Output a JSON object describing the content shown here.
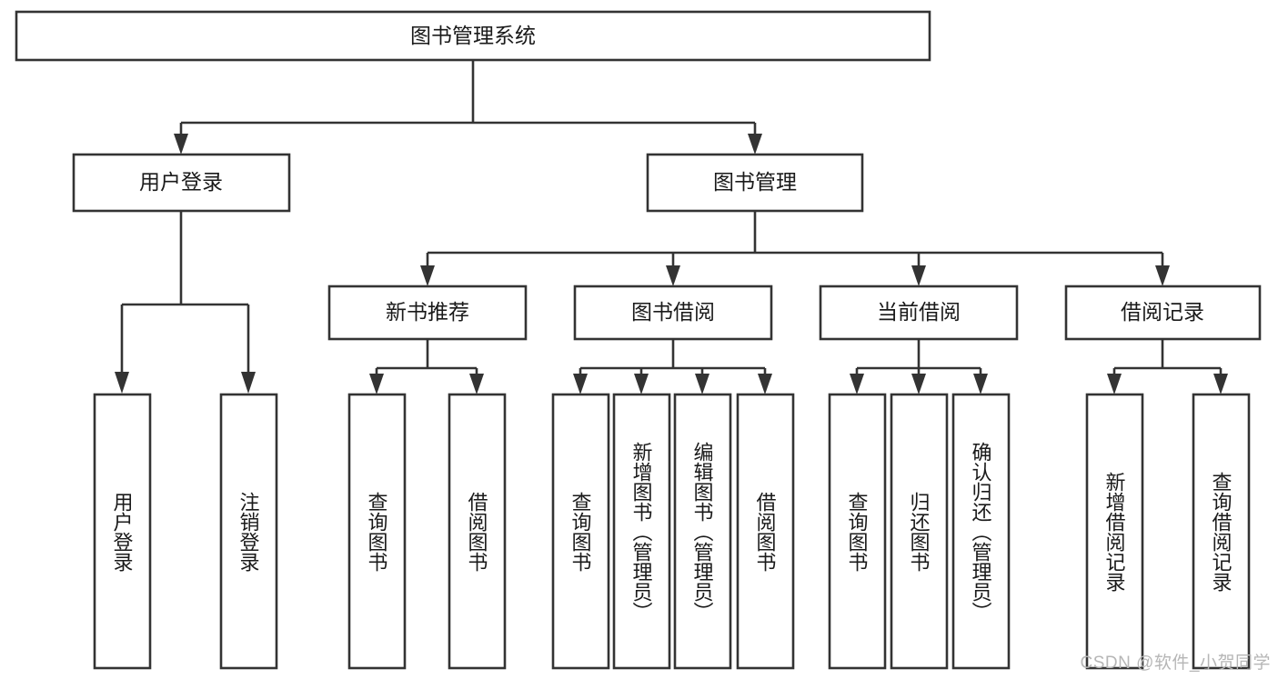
{
  "diagram": {
    "type": "tree-hierarchy",
    "title": "图书管理系统",
    "orientation": "top-down",
    "colors": {
      "stroke": "#333333",
      "fill": "#ffffff",
      "text": "#1a1a1a",
      "watermark": "#b6b6b6"
    },
    "levels": {
      "root": "图书管理系统",
      "level2": [
        "用户登录",
        "图书管理"
      ],
      "level3": [
        "新书推荐",
        "图书借阅",
        "当前借阅",
        "借阅记录"
      ]
    },
    "nodes": {
      "root": {
        "label": "图书管理系统"
      },
      "user_login": {
        "label": "用户登录"
      },
      "book_manage": {
        "label": "图书管理"
      },
      "new_book_rec": {
        "label": "新书推荐"
      },
      "book_borrow": {
        "label": "图书借阅"
      },
      "current_borrow": {
        "label": "当前借阅"
      },
      "borrow_record": {
        "label": "借阅记录"
      },
      "leaf_user_login": {
        "label": "用户登录"
      },
      "leaf_logout": {
        "label": "注销登录"
      },
      "leaf_query_book_1": {
        "label": "查询图书"
      },
      "leaf_borrow_book_1": {
        "label": "借阅图书"
      },
      "leaf_query_book_2": {
        "label": "查询图书"
      },
      "leaf_add_book": {
        "label": "新增图书（管理员）"
      },
      "leaf_edit_book": {
        "label": "编辑图书（管理员）"
      },
      "leaf_borrow_book_2": {
        "label": "借阅图书"
      },
      "leaf_query_book_3": {
        "label": "查询图书"
      },
      "leaf_return_book": {
        "label": "归还图书"
      },
      "leaf_confirm_return": {
        "label": "确认归还（管理员）"
      },
      "leaf_add_record": {
        "label": "新增借阅记录"
      },
      "leaf_query_record": {
        "label": "查询借阅记录"
      }
    },
    "edges": [
      {
        "from": "root",
        "to": "user_login"
      },
      {
        "from": "root",
        "to": "book_manage"
      },
      {
        "from": "user_login",
        "to": "leaf_user_login"
      },
      {
        "from": "user_login",
        "to": "leaf_logout"
      },
      {
        "from": "book_manage",
        "to": "new_book_rec"
      },
      {
        "from": "book_manage",
        "to": "book_borrow"
      },
      {
        "from": "book_manage",
        "to": "current_borrow"
      },
      {
        "from": "book_manage",
        "to": "borrow_record"
      },
      {
        "from": "new_book_rec",
        "to": "leaf_query_book_1"
      },
      {
        "from": "new_book_rec",
        "to": "leaf_borrow_book_1"
      },
      {
        "from": "book_borrow",
        "to": "leaf_query_book_2"
      },
      {
        "from": "book_borrow",
        "to": "leaf_add_book"
      },
      {
        "from": "book_borrow",
        "to": "leaf_edit_book"
      },
      {
        "from": "book_borrow",
        "to": "leaf_borrow_book_2"
      },
      {
        "from": "current_borrow",
        "to": "leaf_query_book_3"
      },
      {
        "from": "current_borrow",
        "to": "leaf_return_book"
      },
      {
        "from": "current_borrow",
        "to": "leaf_confirm_return"
      },
      {
        "from": "borrow_record",
        "to": "leaf_add_record"
      },
      {
        "from": "borrow_record",
        "to": "leaf_query_record"
      }
    ]
  },
  "watermark": {
    "text": "CSDN @软件_小贺同学"
  }
}
